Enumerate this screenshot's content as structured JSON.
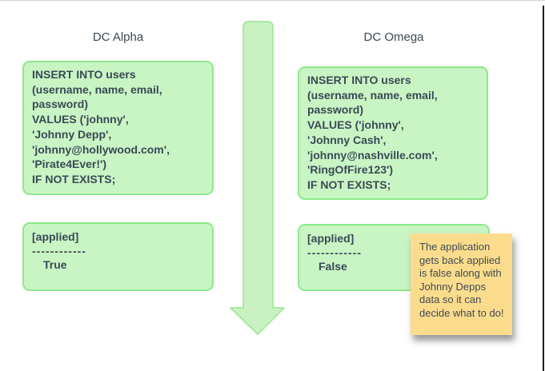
{
  "colors": {
    "box_fill": "#c9f4c4",
    "box_border": "#8ce98a",
    "arrow_fill": "#c9f1c2",
    "arrow_border": "#a8e9a1",
    "ink": "#3a4a55",
    "note_fill": "#fbdc8c",
    "note_ink": "#414b55",
    "frame_top": "#cfd3d7",
    "frame_right": "#1f1f1f"
  },
  "columns": [
    {
      "title": "DC Alpha",
      "query": "INSERT INTO users\n(username, name, email,\npassword)\nVALUES ('johnny',\n'Johnny Depp',\n'johnny@hollywood.com',\n'Pirate4Ever!')\nIF NOT EXISTS;",
      "result": {
        "header": "[applied]",
        "divider": "------------",
        "value": "True"
      }
    },
    {
      "title": "DC Omega",
      "query": "INSERT INTO users\n(username, name, email,\npassword)\nVALUES ('johnny',\n'Johnny Cash',\n'johnny@nashville.com',\n'RingOfFire123')\nIF NOT EXISTS;",
      "result": {
        "header": "[applied]",
        "divider": "------------",
        "value": "False"
      }
    }
  ],
  "note": {
    "text": "The application\ngets back applied\nis false along with\nJohnny Depps\ndata so it can\ndecide what to do!"
  }
}
